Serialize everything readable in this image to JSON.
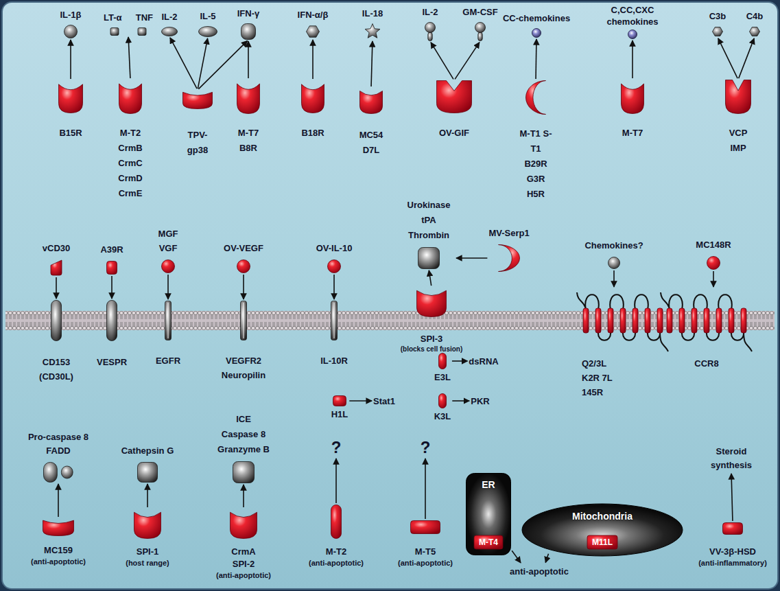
{
  "diagram": {
    "nodes": [
      {
        "text": [
          "IL-1β"
        ]
      },
      {
        "text": [
          "LT-α",
          "TNF"
        ]
      },
      {
        "text": [
          "IL-2"
        ]
      },
      {
        "text": [
          "IL-5"
        ]
      },
      {
        "text": [
          "IFN-γ"
        ]
      },
      {
        "text": [
          "IFN-α/β"
        ]
      },
      {
        "text": [
          "IL-18"
        ]
      },
      {
        "text": [
          "IL-2"
        ]
      },
      {
        "text": [
          "GM-CSF"
        ]
      },
      {
        "text": [
          "CC-chemokines"
        ]
      },
      {
        "text": [
          "C,CC,CXC chemokines"
        ]
      },
      {
        "text": [
          "C3b"
        ]
      },
      {
        "text": [
          "C4b"
        ]
      },
      {
        "text": [
          "B15R"
        ]
      },
      {
        "text": [
          "M-T2 CrmB CrmC CrmD CrmE"
        ]
      },
      {
        "text": [
          "TPV-gp38"
        ]
      },
      {
        "text": [
          "M-T7 B8R"
        ]
      },
      {
        "text": [
          "B18R"
        ]
      },
      {
        "text": [
          "MC54 D7L"
        ]
      },
      {
        "text": [
          "OV-GIF"
        ]
      },
      {
        "text": [
          "M-T1 S-T1 B29R G3R H5R"
        ]
      },
      {
        "text": [
          "M-T7"
        ]
      },
      {
        "text": [
          "VCP IMP"
        ]
      },
      {
        "text": [
          "Urokinase tPA Thrombin"
        ]
      },
      {
        "text": [
          "vCD30"
        ]
      },
      {
        "text": [
          "A39R"
        ]
      },
      {
        "text": [
          "MGF VGF"
        ]
      },
      {
        "text": [
          "OV-VEGF"
        ]
      },
      {
        "text": [
          "OV-IL-10"
        ]
      },
      {
        "text": [
          "MV-Serp1"
        ]
      },
      {
        "text": [
          "Chemokines?"
        ]
      },
      {
        "text": [
          "MC148R"
        ]
      },
      {
        "text": [
          "SPI-3",
          "(blocks cell fusion)"
        ]
      },
      {
        "text": [
          "CD153 (CD30L)"
        ]
      },
      {
        "text": [
          "VESPR"
        ]
      },
      {
        "text": [
          "EGFR"
        ]
      },
      {
        "text": [
          "VEGFR2 Neuropilin"
        ]
      },
      {
        "text": [
          "IL-10R"
        ]
      },
      {
        "text": [
          "Q2/3L K2R 7L 145R"
        ]
      },
      {
        "text": [
          "CCR8"
        ]
      },
      {
        "text": [
          "E3L"
        ]
      },
      {
        "text": [
          "dsRNA"
        ]
      },
      {
        "text": [
          "H1L"
        ]
      },
      {
        "text": [
          "Stat1"
        ]
      },
      {
        "text": [
          "K3L"
        ]
      },
      {
        "text": [
          "PKR"
        ]
      },
      {
        "text": [
          "Pro-caspase 8 FADD"
        ]
      },
      {
        "text": [
          "Cathepsin G"
        ]
      },
      {
        "text": [
          "ICE Caspase 8 Granzyme B"
        ]
      },
      {
        "text": [
          "?"
        ]
      },
      {
        "text": [
          "?"
        ]
      },
      {
        "text": [
          "Steroid synthesis"
        ]
      },
      {
        "text": [
          "MC159",
          "(anti-apoptotic)"
        ]
      },
      {
        "text": [
          "SPI-1",
          "(host range)"
        ]
      },
      {
        "text": [
          "CrmA SPI-2",
          "(anti-apoptotic)"
        ]
      },
      {
        "text": [
          "M-T2",
          "(anti-apoptotic)"
        ]
      },
      {
        "text": [
          "M-T5",
          "(anti-apoptotic)"
        ]
      },
      {
        "text": [
          "ER"
        ]
      },
      {
        "text": [
          "M-T4"
        ],
        "in": 57
      },
      {
        "text": [
          "Mitochondria"
        ]
      },
      {
        "text": [
          "M11L"
        ],
        "in": 59
      },
      {
        "text": [
          "anti-apoptotic"
        ]
      },
      {
        "text": [
          "VV-3β-HSD",
          "(anti-inflammatory)"
        ]
      }
    ],
    "edges": [
      {
        "from": 13,
        "to": 0,
        "arrow": "to"
      },
      {
        "from": 14,
        "to": 1,
        "arrow": "to"
      },
      {
        "from": 15,
        "to": 2,
        "arrow": "to"
      },
      {
        "from": 15,
        "to": 3,
        "arrow": "to"
      },
      {
        "from": 15,
        "to": 4,
        "arrow": "to"
      },
      {
        "from": 16,
        "to": 4,
        "arrow": "to"
      },
      {
        "from": 17,
        "to": 5,
        "arrow": "to"
      },
      {
        "from": 18,
        "to": 6,
        "arrow": "to"
      },
      {
        "from": 19,
        "to": 7,
        "arrow": "to"
      },
      {
        "from": 19,
        "to": 8,
        "arrow": "to"
      },
      {
        "from": 20,
        "to": 9,
        "arrow": "to"
      },
      {
        "from": 21,
        "to": 10,
        "arrow": "to"
      },
      {
        "from": 22,
        "to": 11,
        "arrow": "to"
      },
      {
        "from": 22,
        "to": 12,
        "arrow": "to"
      },
      {
        "from": 24,
        "to": 33,
        "arrow": "to"
      },
      {
        "from": 25,
        "to": 34,
        "arrow": "to"
      },
      {
        "from": 26,
        "to": 35,
        "arrow": "to"
      },
      {
        "from": 27,
        "to": 36,
        "arrow": "to"
      },
      {
        "from": 28,
        "to": 37,
        "arrow": "to"
      },
      {
        "from": 29,
        "to": 23,
        "arrow": "to"
      },
      {
        "from": 32,
        "to": 23,
        "arrow": "to"
      },
      {
        "from": 30,
        "to": 38,
        "arrow": "to"
      },
      {
        "from": 31,
        "to": 39,
        "arrow": "to"
      },
      {
        "from": 40,
        "to": 41,
        "arrow": "to"
      },
      {
        "from": 42,
        "to": 43,
        "arrow": "to"
      },
      {
        "from": 44,
        "to": 45,
        "arrow": "to"
      },
      {
        "from": 52,
        "to": 46,
        "arrow": "to"
      },
      {
        "from": 53,
        "to": 47,
        "arrow": "to"
      },
      {
        "from": 54,
        "to": 48,
        "arrow": "to"
      },
      {
        "from": 55,
        "to": 49,
        "arrow": "to"
      },
      {
        "from": 56,
        "to": 50,
        "arrow": "to"
      },
      {
        "from": 57,
        "to": 61,
        "arrow": "to"
      },
      {
        "from": 59,
        "to": 61,
        "arrow": "to"
      },
      {
        "from": 62,
        "to": 51,
        "arrow": "to"
      }
    ]
  }
}
